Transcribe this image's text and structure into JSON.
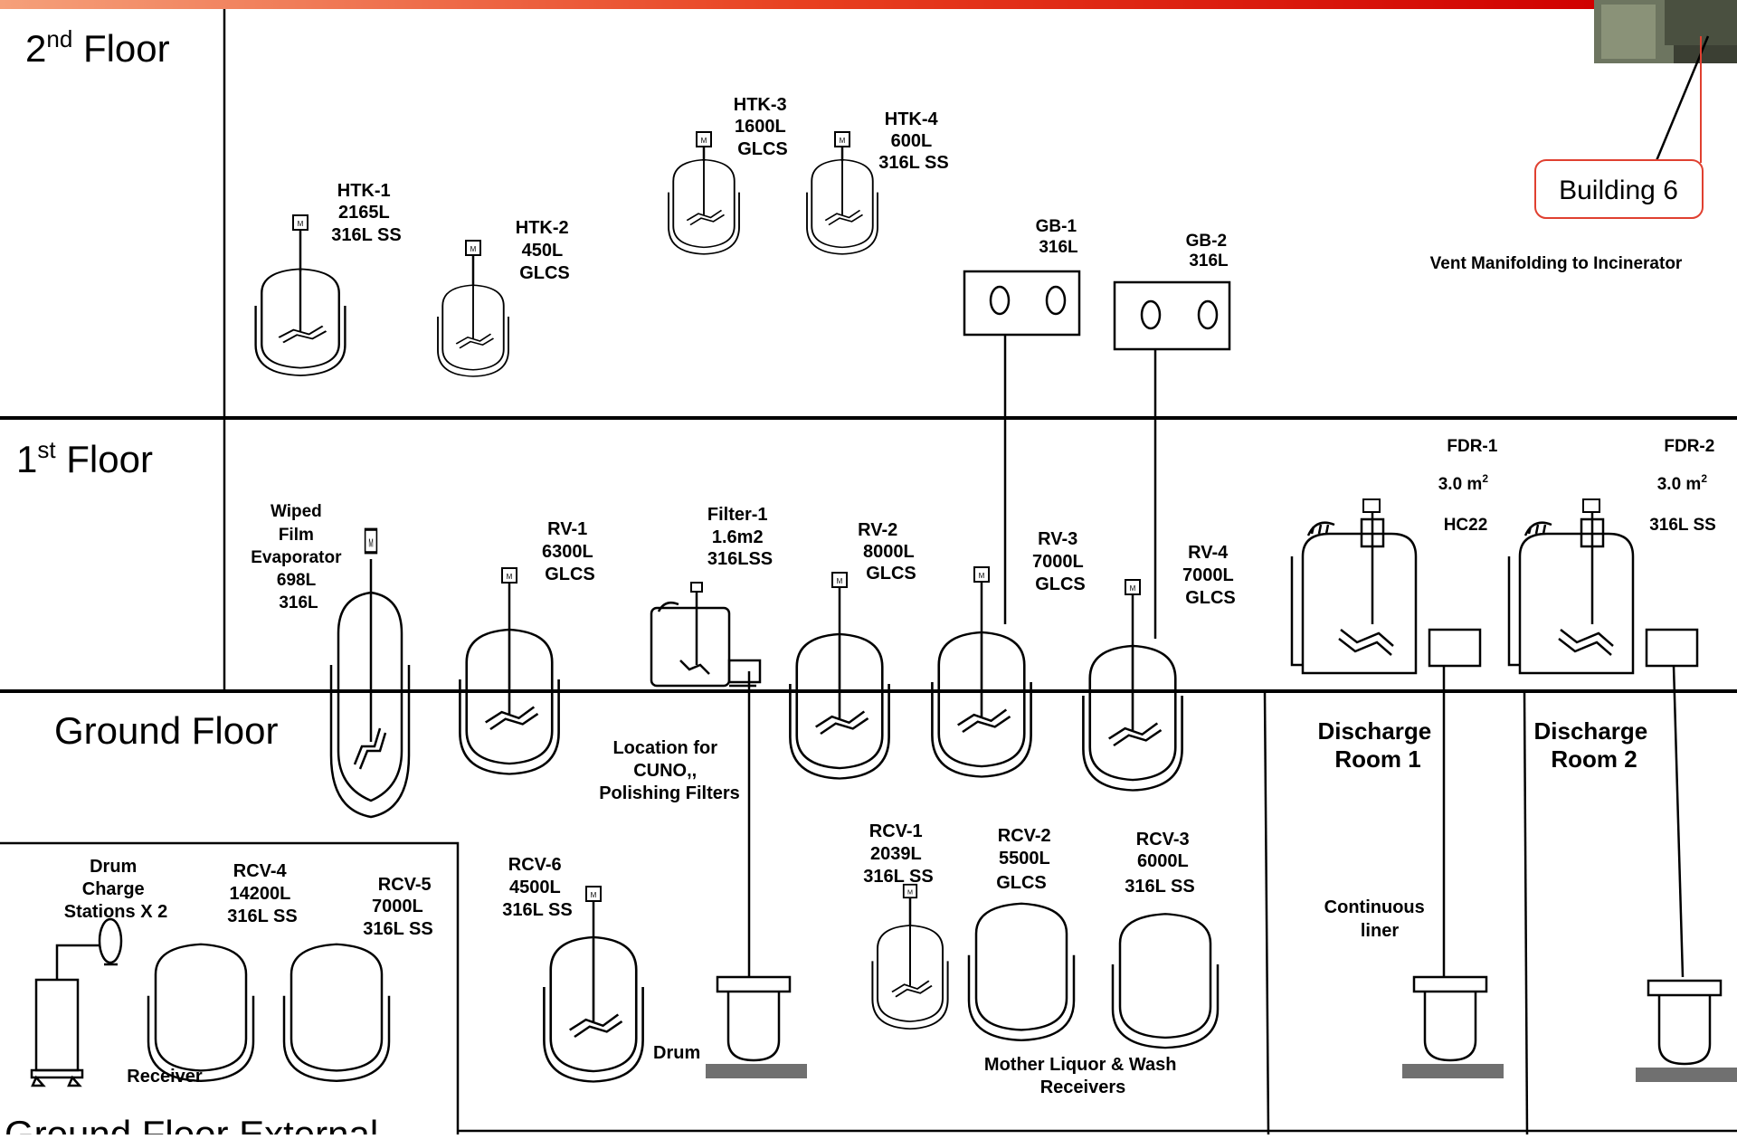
{
  "floors": {
    "second": {
      "base": "2",
      "sup": "nd",
      "word": " Floor"
    },
    "first": {
      "base": "1",
      "sup": "st",
      "word": " Floor"
    },
    "ground": "Ground Floor",
    "ground_external": "Ground Floor External"
  },
  "building_callout": "Building 6",
  "vent_label": "Vent Manifolding to Incinerator",
  "equipment": {
    "htk1": [
      "HTK-1",
      "2165L",
      "316L SS"
    ],
    "htk2": [
      "HTK-2",
      "450L",
      "GLCS"
    ],
    "htk3": [
      "HTK-3",
      "1600L",
      "GLCS"
    ],
    "htk4": [
      "HTK-4",
      "600L",
      "316L SS"
    ],
    "gb1": [
      "GB-1",
      "316L"
    ],
    "gb2": [
      "GB-2",
      "316L"
    ],
    "wfe": [
      "Wiped",
      "Film",
      "Evaporator",
      "698L",
      "316L"
    ],
    "rv1": [
      "RV-1",
      "6300L",
      "GLCS"
    ],
    "filter1": [
      "Filter-1",
      "1.6m2",
      "316LSS"
    ],
    "rv2": [
      "RV-2",
      "8000L",
      "GLCS"
    ],
    "rv3": [
      "RV-3",
      "7000L",
      "GLCS"
    ],
    "rv4": [
      "RV-4",
      "7000L",
      "GLCS"
    ],
    "fdr1": {
      "name": "FDR-1",
      "area": "3.0 m",
      "sup": "2",
      "spec": "HC22"
    },
    "fdr2": {
      "name": "FDR-2",
      "area": "3.0 m",
      "sup": "2",
      "spec": "316L SS"
    },
    "rcv1": [
      "RCV-1",
      "2039L",
      "316L SS"
    ],
    "rcv2": [
      "RCV-2",
      "5500L",
      "GLCS"
    ],
    "rcv3": [
      "RCV-3",
      "6000L",
      "316L SS"
    ],
    "rcv4": [
      "RCV-4",
      "14200L",
      "316L SS"
    ],
    "rcv5": [
      "RCV-5",
      "7000L",
      "316L SS"
    ],
    "rcv6": [
      "RCV-6",
      "4500L",
      "316L SS"
    ],
    "drum_charge": [
      "Drum",
      "Charge",
      "Stations X 2"
    ]
  },
  "notes": {
    "cuno": [
      "Location for",
      "CUNO,,",
      "Polishing Filters"
    ],
    "drum": "Drum",
    "receiver": "Receiver",
    "mother_liquor": [
      "Mother Liquor & Wash",
      "Receivers"
    ],
    "continuous_liner": [
      "Continuous",
      "liner"
    ],
    "discharge1": [
      "Discharge",
      "Room 1"
    ],
    "discharge2": [
      "Discharge",
      "Room 2"
    ]
  },
  "motor_symbol": "M",
  "colors": {
    "banner_start": "#f08060",
    "banner_end": "#e00000",
    "callout_border": "#e04030"
  }
}
